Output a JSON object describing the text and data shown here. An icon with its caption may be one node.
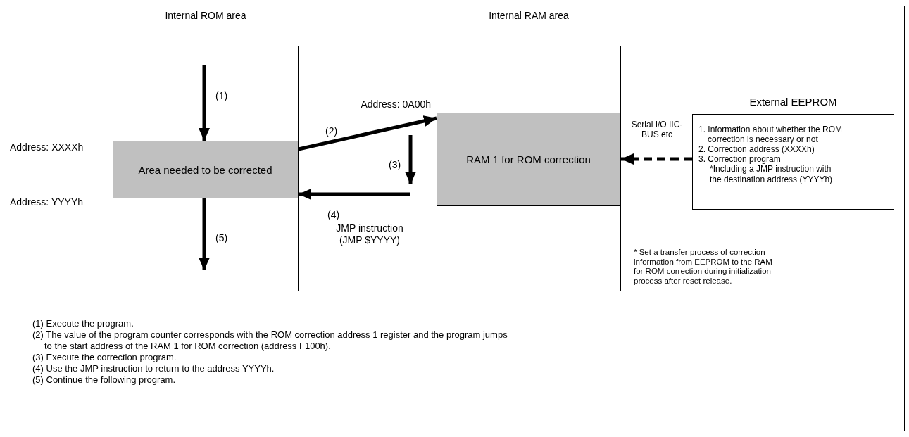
{
  "diagram": {
    "nodes": [
      {
        "text": [
          "Internal ROM area"
        ]
      },
      {
        "text": [
          "Area needed to be corrected"
        ],
        "in": 0,
        "beside": [
          "Address: XXXXh",
          "Address: YYYYh"
        ]
      },
      {
        "text": [
          "Internal RAM area"
        ]
      },
      {
        "text": [
          "RAM 1 for ROM correction"
        ],
        "in": 2,
        "beside": [
          "Address: 0A00h"
        ]
      },
      {
        "text": [
          "External EEPROM",
          "1. Information about whether the ROM correction is necessary or not",
          "2. Correction address (XXXXh)",
          "3. Correction program",
          "*Including a JMP instruction with the destination address (YYYYh)"
        ]
      }
    ],
    "edges": [
      {
        "from": null,
        "to": 1,
        "arrow": "to",
        "label": "(1)"
      },
      {
        "from": 1,
        "to": 3,
        "arrow": "to",
        "label": "(2)"
      },
      {
        "from": null,
        "to": 1,
        "arrow": "to",
        "label": "(4)"
      },
      {
        "from": 1,
        "to": null,
        "arrow": "to",
        "label": "(5)"
      },
      {
        "from": 4,
        "to": 3,
        "arrow": "to",
        "label": "Serial I/O IIC-BUS etc",
        "style": "dashed"
      }
    ],
    "labels": [
      "(3)",
      "JMP instruction (JMP $YYYY)",
      "* Set a transfer process of correction information from EEPROM to the RAM for ROM correction during initialization process after reset release.",
      "(1) Execute the program.",
      "(2) The value of the program counter corresponds with the ROM correction address 1 register and the program jumps to the start address of the RAM 1 for ROM correction (address F100h).",
      "(3) Execute the correction program.",
      "(4) Use the JMP instruction to return to the address YYYYh.",
      "(5) Continue the following program."
    ]
  }
}
